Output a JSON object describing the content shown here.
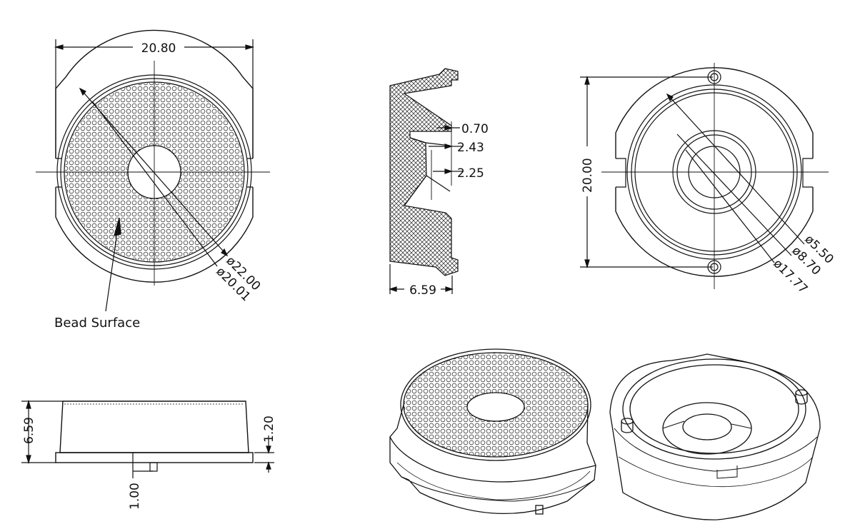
{
  "colors": {
    "line": "#111111",
    "background": "#ffffff",
    "lens_fill": "#f4f4f4"
  },
  "front_view": {
    "dims": {
      "width": "20.80",
      "outer_dia": "ø22.00",
      "inner_dia": "ø20.01"
    },
    "callout": "Bead Surface"
  },
  "section_view": {
    "dims": {
      "d1": "0.70",
      "d2": "2.43",
      "d3": "2.25",
      "height": "6.59"
    }
  },
  "rear_view": {
    "dims": {
      "height": "20.00",
      "d1": "ø5.50",
      "d2": "ø8.70",
      "d3": "ø17.77"
    }
  },
  "side_view": {
    "dims": {
      "height": "6.59",
      "flange": "1.20",
      "pin": "1.00"
    }
  }
}
